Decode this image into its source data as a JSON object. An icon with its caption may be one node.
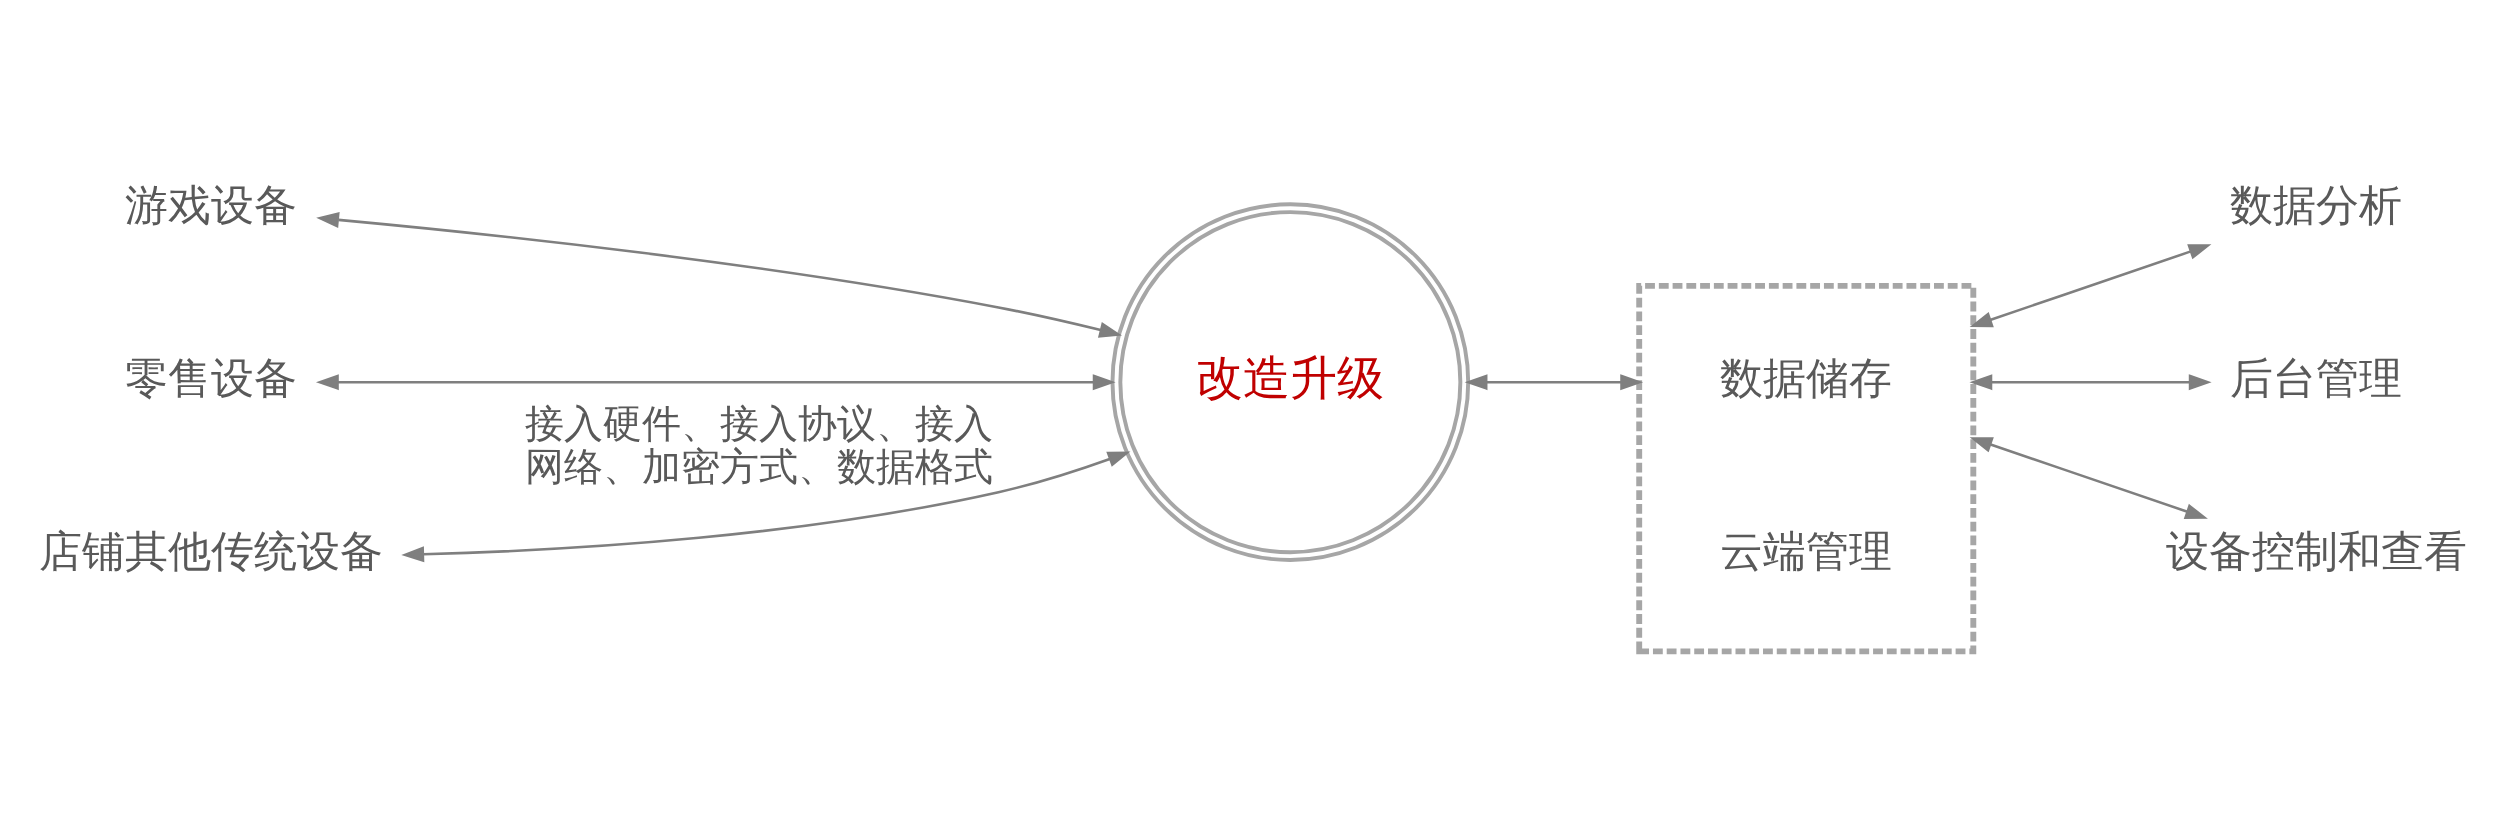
{
  "diagram": {
    "nodes": [
      {
        "text": [
          "游戏设备"
        ]
      },
      {
        "text": [
          "零售设备"
        ]
      },
      {
        "text": [
          "店铺其他传统设备"
        ]
      },
      {
        "text": [
          "改造升级"
        ]
      },
      {
        "text": [],
        "shape": "box"
      },
      {
        "text": [
          "数据储存"
        ],
        "in": 4
      },
      {
        "text": [
          "云端管理"
        ],
        "in": 4
      },
      {
        "text": [
          "数据分析"
        ]
      },
      {
        "text": [
          "后台管理"
        ]
      },
      {
        "text": [
          "设备控制和查看"
        ]
      }
    ],
    "edges": [
      {
        "from": 0,
        "to": 3,
        "arrow": "both"
      },
      {
        "from": 1,
        "to": 3,
        "arrow": "both"
      },
      {
        "from": 2,
        "to": 3,
        "arrow": "both",
        "label": "接入硬件、接入协议、接入网络、加密方式、数据格式"
      },
      {
        "from": 3,
        "to": 4,
        "arrow": "both"
      },
      {
        "from": 4,
        "to": 7,
        "arrow": "both"
      },
      {
        "from": 4,
        "to": 8,
        "arrow": "both"
      },
      {
        "from": 4,
        "to": 9,
        "arrow": "both"
      }
    ]
  }
}
